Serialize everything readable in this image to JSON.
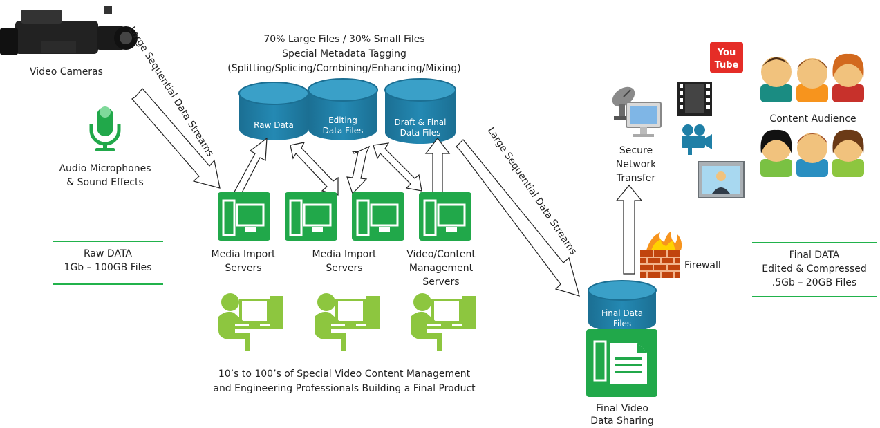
{
  "sources": {
    "cameras_label": "Video Cameras",
    "microphones_label_1": "Audio Microphones",
    "microphones_label_2": "& Sound Effects"
  },
  "streams": {
    "left_label": "Large Sequential Data Streams",
    "right_label": "Large Sequential Data Streams"
  },
  "raw_data_box": {
    "line1": "Raw DATA",
    "line2": "1Gb – 100GB Files"
  },
  "header_notes": {
    "line1": "70% Large Files / 30% Small Files",
    "line2": "Special Metadata Tagging",
    "line3": "(Splitting/Splicing/Combining/Enhancing/Mixing)"
  },
  "storage": {
    "raw_data": {
      "line1": "Raw Data"
    },
    "editing": {
      "line1": "Editing",
      "line2": "Data Files"
    },
    "draft_final": {
      "line1": "Draft & Final",
      "line2": "Data Files"
    },
    "final_data": {
      "line1": "Final Data",
      "line2": "Files"
    }
  },
  "servers": [
    {
      "line1": "Media Import",
      "line2": "Servers",
      "line3": ""
    },
    {
      "line1": "Media Import",
      "line2": "Servers",
      "line3": ""
    },
    {
      "line1": "Video/Content",
      "line2": "Management",
      "line3": "Servers"
    }
  ],
  "professionals": {
    "line1": "10’s to 100’s of Special Video Content Management",
    "line2": "and Engineering Professionals Building a Final Product"
  },
  "sharing": {
    "line1": "Final Video",
    "line2": "Data Sharing"
  },
  "firewall": {
    "label": "Firewall"
  },
  "secure_transfer": {
    "line1": "Secure",
    "line2": "Network",
    "line3": "Transfer"
  },
  "youtube": {
    "line1": "You",
    "line2": "Tube"
  },
  "audience": {
    "label": "Content Audience"
  },
  "final_data_box": {
    "line1": "Final DATA",
    "line2": "Edited & Compressed",
    "line3": ".5Gb – 20GB Files"
  },
  "colors": {
    "green": "#21a84a",
    "dark_green": "#8dc63f",
    "cylinder_blue": "#1f7fa6",
    "cylinder_top": "#3aa0c8",
    "rule_green": "#21b24b",
    "youtube_red": "#e52d27"
  }
}
